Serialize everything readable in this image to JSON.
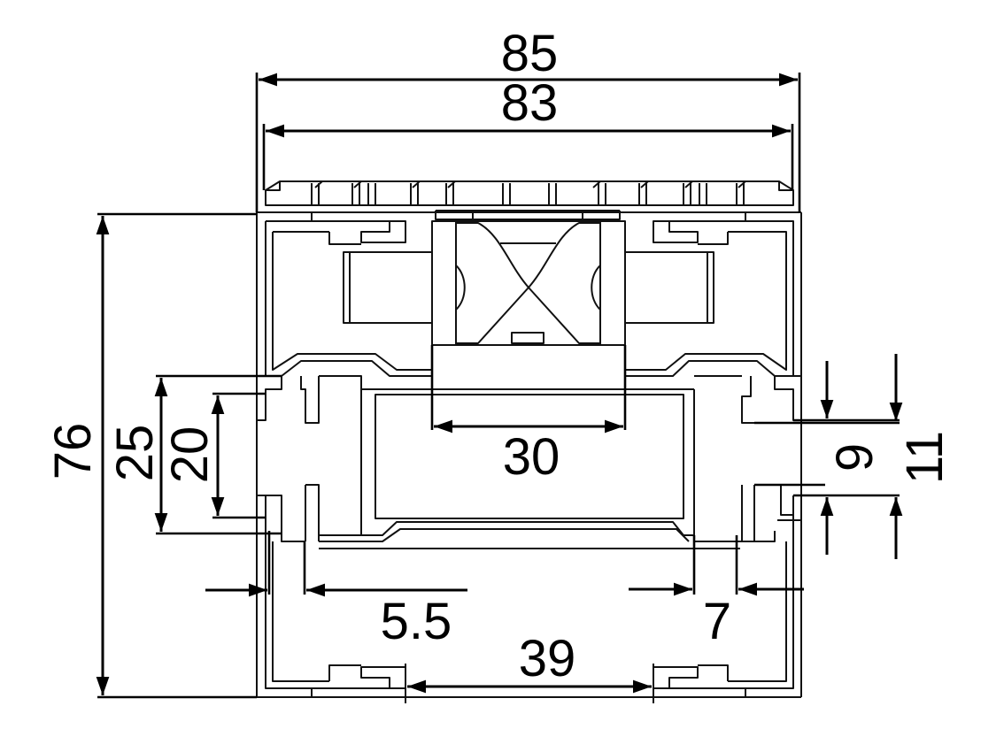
{
  "dimensions": {
    "overall_width": "85",
    "cover_width": "83",
    "overall_height": "76",
    "outer_groove_height": "25",
    "inner_groove_height": "20",
    "middle_chamber_width": "30",
    "right_outer_gap": "9",
    "right_inner_gap": "11",
    "left_wall_thickness": "5.5",
    "right_wall_thickness": "7",
    "bottom_clip_distance": "39"
  },
  "colors": {
    "line": "#111111",
    "dimension": "#000000",
    "background": "#ffffff"
  }
}
